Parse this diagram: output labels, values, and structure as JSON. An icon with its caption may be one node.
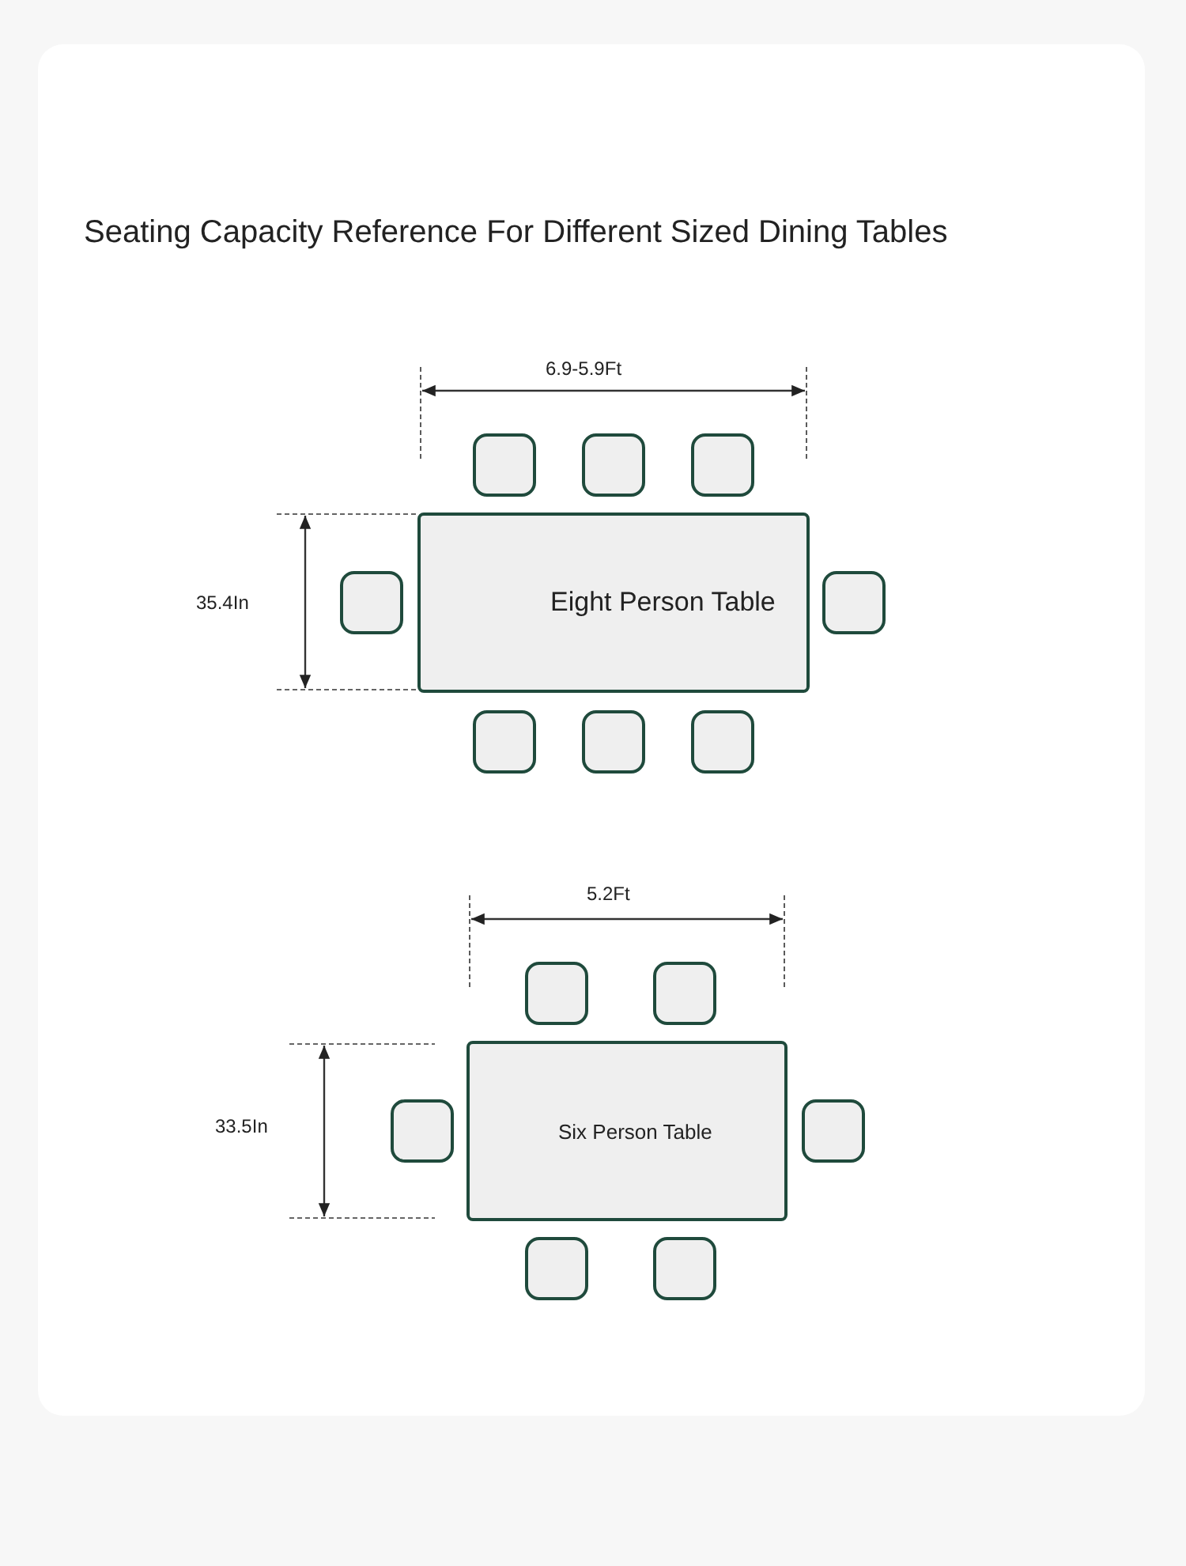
{
  "diagram": {
    "title": "Seating Capacity Reference For Different Sized Dining Tables",
    "nodes": [
      {
        "text": [
          "Eight Person Table"
        ]
      },
      {
        "text": [],
        "shape": "box"
      },
      {
        "text": [],
        "shape": "box"
      },
      {
        "text": [],
        "shape": "box"
      },
      {
        "text": [],
        "shape": "box"
      },
      {
        "text": [],
        "shape": "box"
      },
      {
        "text": [],
        "shape": "box"
      },
      {
        "text": [],
        "shape": "box"
      },
      {
        "text": [],
        "shape": "box"
      },
      {
        "text": [
          "Six Person Table"
        ]
      },
      {
        "text": [],
        "shape": "box"
      },
      {
        "text": [],
        "shape": "box"
      },
      {
        "text": [],
        "shape": "box"
      },
      {
        "text": [],
        "shape": "box"
      },
      {
        "text": [],
        "shape": "box"
      },
      {
        "text": [],
        "shape": "box"
      }
    ],
    "labels": [
      "6.9-5.9Ft",
      "35.4In",
      "5.2Ft",
      "33.5In"
    ]
  }
}
